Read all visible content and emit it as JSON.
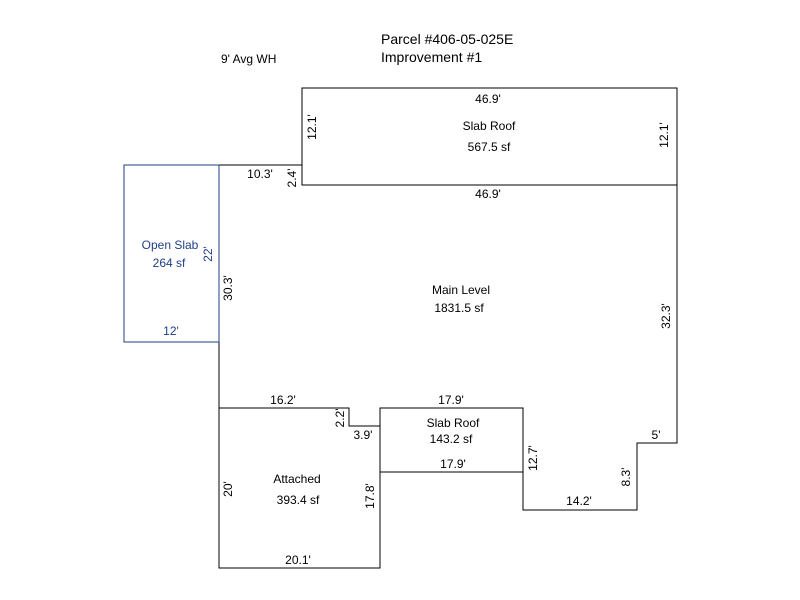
{
  "header": {
    "parcel": "Parcel #406-05-025E",
    "improvement": "Improvement #1",
    "wall_height": "9' Avg WH"
  },
  "areas": {
    "slab_roof_top": {
      "name": "Slab Roof",
      "area": "567.5 sf"
    },
    "main_level": {
      "name": "Main Level",
      "area": "1831.5 sf"
    },
    "open_slab": {
      "name": "Open Slab",
      "area": "264 sf"
    },
    "attached": {
      "name": "Attached",
      "area": "393.4 sf"
    },
    "slab_roof_small": {
      "name": "Slab Roof",
      "area": "143.2 sf"
    }
  },
  "dimensions": {
    "top_roof_top": "46.9'",
    "top_roof_bottom": "46.9'",
    "top_roof_left": "12.1'",
    "top_roof_right": "12.1'",
    "main_top_left": "10.3'",
    "main_step": "2.4'",
    "main_left": "30.3'",
    "main_right": "32.3'",
    "open_slab_side": "22'",
    "open_slab_bottom": "12'",
    "attached_top": "16.2'",
    "attached_notch_v": "2.2'",
    "attached_notch_h": "3.9'",
    "attached_left": "20'",
    "attached_right": "17.8'",
    "attached_bottom": "20.1'",
    "slab_small_top": "17.9'",
    "slab_small_bottom": "17.9'",
    "slab_small_right": "12.7'",
    "bottom_step": "14.2'",
    "right_step_v": "8.3'",
    "right_step_h": "5'"
  },
  "colors": {
    "outline": "#000000",
    "open_slab": "#1f3f86"
  }
}
